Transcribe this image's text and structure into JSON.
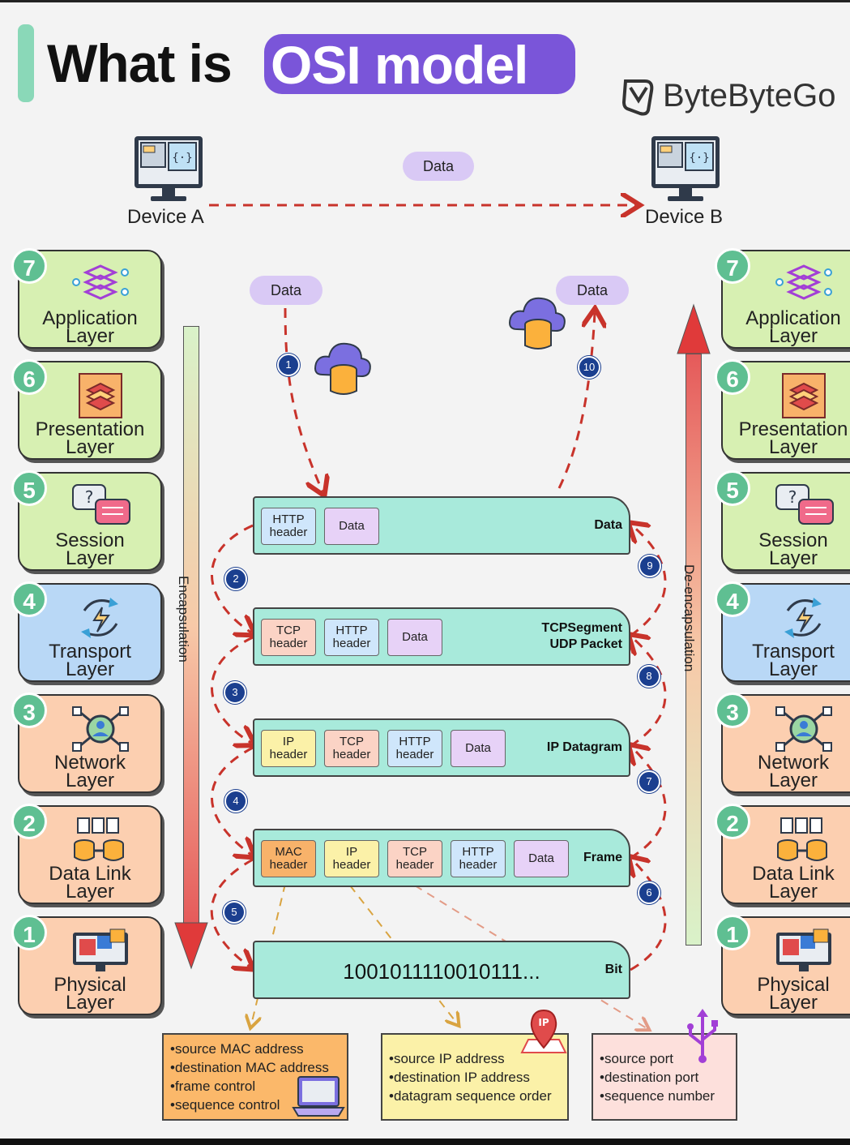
{
  "header": {
    "title_prefix": "What is",
    "title_highlight": "OSI model",
    "brand": "ByteByteGo"
  },
  "devices": {
    "left": "Device A",
    "right": "Device B",
    "transfer_label": "Data"
  },
  "flow_labels": {
    "left_data": "Data",
    "right_data": "Data"
  },
  "arrows": {
    "left": "Encapsulation",
    "right": "De-encapsulation"
  },
  "layers_left": [
    {
      "num": "7",
      "label": "Application\nLayer",
      "icon": "application-icon",
      "color": "green"
    },
    {
      "num": "6",
      "label": "Presentation\nLayer",
      "icon": "presentation-icon",
      "color": "green"
    },
    {
      "num": "5",
      "label": "Session\nLayer",
      "icon": "session-icon",
      "color": "green"
    },
    {
      "num": "4",
      "label": "Transport\nLayer",
      "icon": "transport-icon",
      "color": "blue"
    },
    {
      "num": "3",
      "label": "Network\nLayer",
      "icon": "network-icon",
      "color": "peach"
    },
    {
      "num": "2",
      "label": "Data Link\nLayer",
      "icon": "data-link-icon",
      "color": "peach"
    },
    {
      "num": "1",
      "label": "Physical\nLayer",
      "icon": "physical-icon",
      "color": "peach"
    }
  ],
  "layers_right": [
    {
      "num": "7",
      "label": "Application\nLayer"
    },
    {
      "num": "6",
      "label": "Presentation\nLayer"
    },
    {
      "num": "5",
      "label": "Session\nLayer"
    },
    {
      "num": "4",
      "label": "Transport\nLayer"
    },
    {
      "num": "3",
      "label": "Network\nLayer"
    },
    {
      "num": "2",
      "label": "Data Link\nLayer"
    },
    {
      "num": "1",
      "label": "Physical\nLayer"
    }
  ],
  "packets": {
    "p1": {
      "label": "Data",
      "h1": "HTTP\nheader",
      "h2": "Data"
    },
    "p2": {
      "label": "TCPSegment\nUDP Packet",
      "h1": "TCP\nheader",
      "h2": "HTTP\nheader",
      "h3": "Data"
    },
    "p3": {
      "label": "IP Datagram",
      "h1": "IP\nheader",
      "h2": "TCP\nheader",
      "h3": "HTTP\nheader",
      "h4": "Data"
    },
    "p4": {
      "label": "Frame",
      "h1": "MAC\nheader",
      "h2": "IP\nheader",
      "h3": "TCP\nheader",
      "h4": "HTTP\nheader",
      "h5": "Data"
    },
    "p5": {
      "label": "Bit",
      "bits": "1001011110010111..."
    }
  },
  "steps": [
    "1",
    "2",
    "3",
    "4",
    "5",
    "6",
    "7",
    "8",
    "9",
    "10"
  ],
  "info_boxes": {
    "mac": [
      "source MAC address",
      "destination MAC address",
      "frame control",
      "sequence control"
    ],
    "ip": [
      "source IP address",
      "destination IP address",
      "datagram sequence order"
    ],
    "tcp": [
      "source port",
      "destination port",
      "sequence number"
    ],
    "ip_badge": "IP"
  },
  "colors": {
    "accent_purple": "#7a55d9",
    "layer_green": "#d7f0b2",
    "layer_blue": "#b9d8f6",
    "layer_peach": "#fccfb0",
    "packet_teal": "#a8eadb",
    "dashed_red": "#c8332b"
  }
}
